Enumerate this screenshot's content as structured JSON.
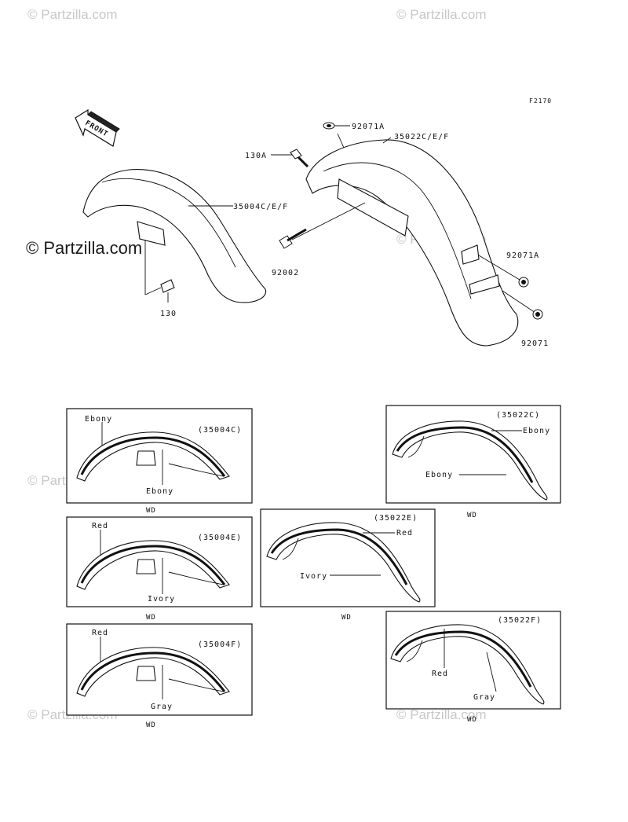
{
  "diagram_code": "F2170",
  "watermark": "© Partzilla.com",
  "front_arrow_label": "FRONT",
  "callouts": {
    "front_fender": "35004C/E/F",
    "rear_fender": "35022C/E/F",
    "bolt_front": "130",
    "bolt_rear": "130A",
    "bolt_92002": "92002",
    "grommet_top": "92071A",
    "grommet_side": "92071A",
    "nut_rear": "92071"
  },
  "variants": [
    {
      "code": "(35004C)",
      "colors": [
        "Ebony",
        "Ebony"
      ],
      "tag": "WD"
    },
    {
      "code": "(35004E)",
      "colors": [
        "Red",
        "Ivory"
      ],
      "tag": "WD"
    },
    {
      "code": "(35004F)",
      "colors": [
        "Red",
        "Gray"
      ],
      "tag": "WD"
    },
    {
      "code": "(35022C)",
      "colors": [
        "Ebony",
        "Ebony"
      ],
      "tag": "WD"
    },
    {
      "code": "(35022E)",
      "colors": [
        "Red",
        "Ivory"
      ],
      "tag": "WD"
    },
    {
      "code": "(35022F)",
      "colors": [
        "Red",
        "Gray"
      ],
      "tag": "WD"
    }
  ]
}
